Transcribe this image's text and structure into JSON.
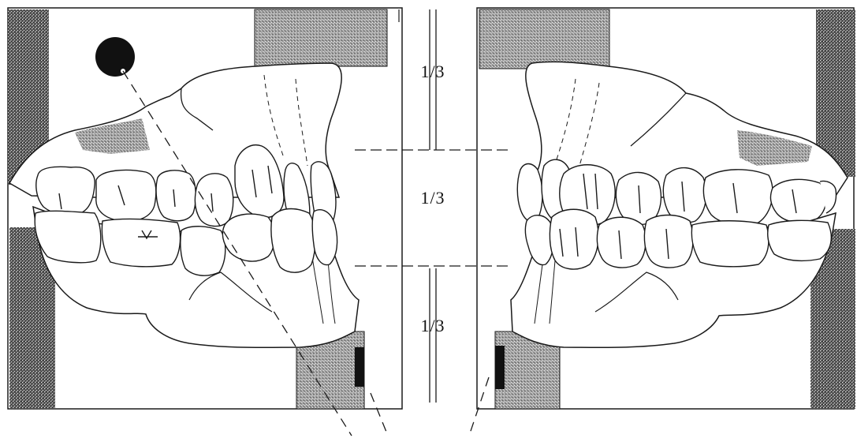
{
  "labels": {
    "upper_third": "1/3",
    "middle_third": "1/3",
    "lower_third": "1/3"
  },
  "colors": {
    "stroke": "#1a1a1a",
    "block_dark": "#3a3a3a",
    "block_light": "#8c8c8c",
    "gum_shadow": "#6a6a6a",
    "background": "#ffffff"
  }
}
